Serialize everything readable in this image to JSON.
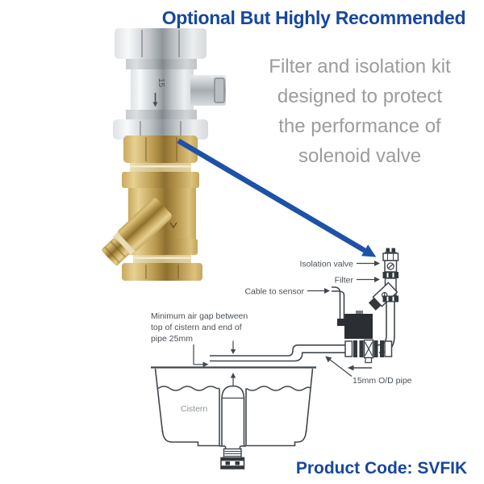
{
  "title": "Optional But Highly Recommended",
  "description_lines": [
    "Filter and isolation kit",
    "designed to protect",
    "the performance of",
    "solenoid valve"
  ],
  "product_code": "Product Code: SVFIK",
  "photos": {
    "valve_marking": "15"
  },
  "diagram": {
    "labels": {
      "isolation_valve": "Isolation valve",
      "filter": "Filter",
      "cable_to_sensor": "Cable to sensor",
      "pipe_size": "15mm O/D pipe",
      "cistern": "Cistern"
    },
    "air_gap_note_lines": [
      "Minimum air gap between",
      "top of cistern and end of",
      "pipe 25mm"
    ]
  },
  "colors": {
    "heading_blue": "#17479e",
    "arrow_blue": "#1d52a8",
    "description_gray": "#9c9c9c",
    "diagram_line": "#40474d"
  }
}
